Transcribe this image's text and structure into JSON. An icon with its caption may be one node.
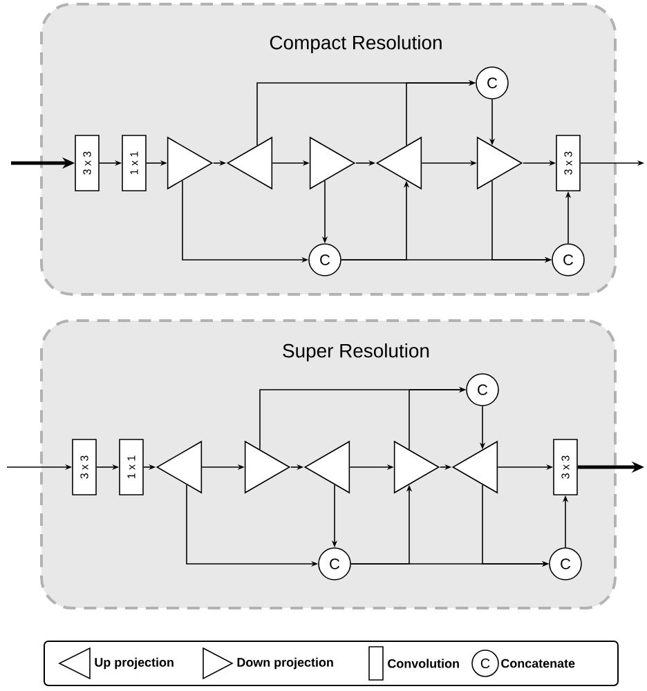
{
  "diagram": {
    "nodes": [
      {
        "text": [
          "Compact Resolution"
        ]
      },
      {
        "text": [
          "3 x 3"
        ],
        "in": 0
      },
      {
        "text": [
          "1 x 1"
        ],
        "in": 0
      },
      {
        "text": [],
        "shape": "triangle",
        "in": 0
      },
      {
        "text": [],
        "shape": "triangle",
        "in": 0
      },
      {
        "text": [],
        "shape": "triangle",
        "in": 0
      },
      {
        "text": [],
        "shape": "triangle",
        "in": 0
      },
      {
        "text": [],
        "shape": "triangle",
        "in": 0
      },
      {
        "text": [
          "C"
        ],
        "in": 0
      },
      {
        "text": [
          "C"
        ],
        "in": 0
      },
      {
        "text": [
          "C"
        ],
        "in": 0
      },
      {
        "text": [
          "3 x 3"
        ],
        "in": 0
      },
      {
        "text": [
          "Super Resolution"
        ]
      },
      {
        "text": [
          "3 x 3"
        ],
        "in": 12
      },
      {
        "text": [
          "1 x 1"
        ],
        "in": 12
      },
      {
        "text": [],
        "shape": "triangle",
        "in": 12
      },
      {
        "text": [],
        "shape": "triangle",
        "in": 12
      },
      {
        "text": [],
        "shape": "triangle",
        "in": 12
      },
      {
        "text": [],
        "shape": "triangle",
        "in": 12
      },
      {
        "text": [],
        "shape": "triangle",
        "in": 12
      },
      {
        "text": [
          "C"
        ],
        "in": 12
      },
      {
        "text": [
          "C"
        ],
        "in": 12
      },
      {
        "text": [
          "C"
        ],
        "in": 12
      },
      {
        "text": [
          "3 x 3"
        ],
        "in": 12
      }
    ],
    "edges": [
      {
        "from": null,
        "to": 1,
        "arrow": "to",
        "style": "thick"
      },
      {
        "from": 1,
        "to": 2,
        "arrow": "to"
      },
      {
        "from": 2,
        "to": 3,
        "arrow": "to"
      },
      {
        "from": 3,
        "to": 4,
        "arrow": "to"
      },
      {
        "from": 4,
        "to": 5,
        "arrow": "to"
      },
      {
        "from": 5,
        "to": 6,
        "arrow": "to"
      },
      {
        "from": 6,
        "to": 7,
        "arrow": "to"
      },
      {
        "from": 7,
        "to": 11,
        "arrow": "to"
      },
      {
        "from": 11,
        "to": null,
        "arrow": "to"
      },
      {
        "from": 4,
        "to": 8,
        "arrow": "to"
      },
      {
        "from": 6,
        "to": 8,
        "arrow": "to"
      },
      {
        "from": 8,
        "to": 7,
        "arrow": "to"
      },
      {
        "from": 3,
        "to": 9,
        "arrow": "to"
      },
      {
        "from": 5,
        "to": 9,
        "arrow": "to"
      },
      {
        "from": 9,
        "to": 10,
        "arrow": "to"
      },
      {
        "from": 9,
        "to": 6,
        "arrow": "to"
      },
      {
        "from": 7,
        "to": 10,
        "arrow": "to"
      },
      {
        "from": 10,
        "to": 11,
        "arrow": "to"
      },
      {
        "from": null,
        "to": 13,
        "arrow": "to"
      },
      {
        "from": 13,
        "to": 14,
        "arrow": "to"
      },
      {
        "from": 14,
        "to": 15,
        "arrow": "to"
      },
      {
        "from": 15,
        "to": 16,
        "arrow": "to"
      },
      {
        "from": 16,
        "to": 17,
        "arrow": "to"
      },
      {
        "from": 17,
        "to": 18,
        "arrow": "to"
      },
      {
        "from": 18,
        "to": 19,
        "arrow": "to"
      },
      {
        "from": 19,
        "to": 23,
        "arrow": "to"
      },
      {
        "from": 23,
        "to": null,
        "arrow": "to",
        "style": "thick"
      },
      {
        "from": 16,
        "to": 20,
        "arrow": "to"
      },
      {
        "from": 18,
        "to": 20,
        "arrow": "to"
      },
      {
        "from": 20,
        "to": 19,
        "arrow": "to"
      },
      {
        "from": 15,
        "to": 21,
        "arrow": "to"
      },
      {
        "from": 17,
        "to": 21,
        "arrow": "to"
      },
      {
        "from": 21,
        "to": 22,
        "arrow": "to"
      },
      {
        "from": 21,
        "to": 18,
        "arrow": "to"
      },
      {
        "from": 19,
        "to": 22,
        "arrow": "to"
      },
      {
        "from": 22,
        "to": 23,
        "arrow": "to"
      }
    ],
    "labels": [
      "C"
    ],
    "legend": [
      {
        "text": "Up projection"
      },
      {
        "text": "Down projection"
      },
      {
        "text": "Convolution"
      },
      {
        "text": "Concatenate"
      }
    ]
  }
}
